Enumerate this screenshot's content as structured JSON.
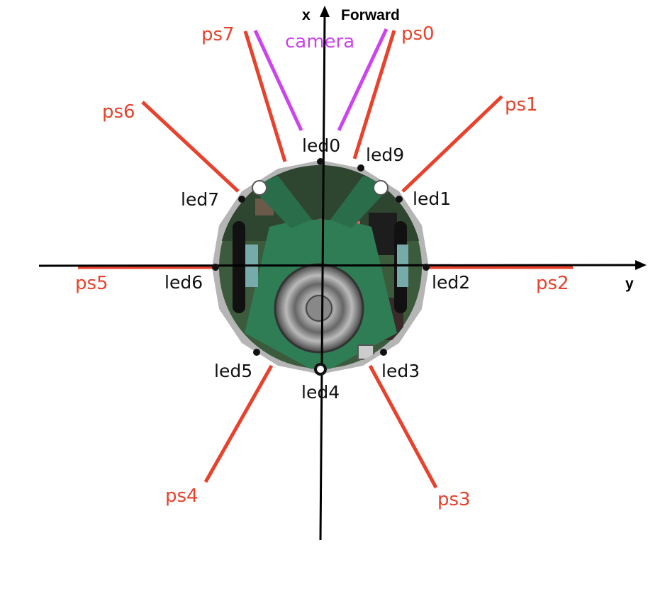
{
  "colors": {
    "sensor": "#e8412c",
    "camera": "#cc44ee",
    "led": "#111111",
    "axis": "#000000",
    "board_green": "#2f7d55",
    "rim": "#b5b5b5"
  },
  "axes": {
    "x_label": "x",
    "forward_label": "Forward",
    "y_label": "y"
  },
  "camera": {
    "label": "camera"
  },
  "sensors": [
    {
      "id": "ps0",
      "label": "ps0"
    },
    {
      "id": "ps1",
      "label": "ps1"
    },
    {
      "id": "ps2",
      "label": "ps2"
    },
    {
      "id": "ps3",
      "label": "ps3"
    },
    {
      "id": "ps4",
      "label": "ps4"
    },
    {
      "id": "ps5",
      "label": "ps5"
    },
    {
      "id": "ps6",
      "label": "ps6"
    },
    {
      "id": "ps7",
      "label": "ps7"
    }
  ],
  "leds": [
    {
      "id": "led0",
      "label": "led0"
    },
    {
      "id": "led1",
      "label": "led1"
    },
    {
      "id": "led2",
      "label": "led2"
    },
    {
      "id": "led3",
      "label": "led3"
    },
    {
      "id": "led4",
      "label": "led4"
    },
    {
      "id": "led5",
      "label": "led5"
    },
    {
      "id": "led6",
      "label": "led6"
    },
    {
      "id": "led7",
      "label": "led7"
    },
    {
      "id": "led9",
      "label": "led9"
    }
  ]
}
